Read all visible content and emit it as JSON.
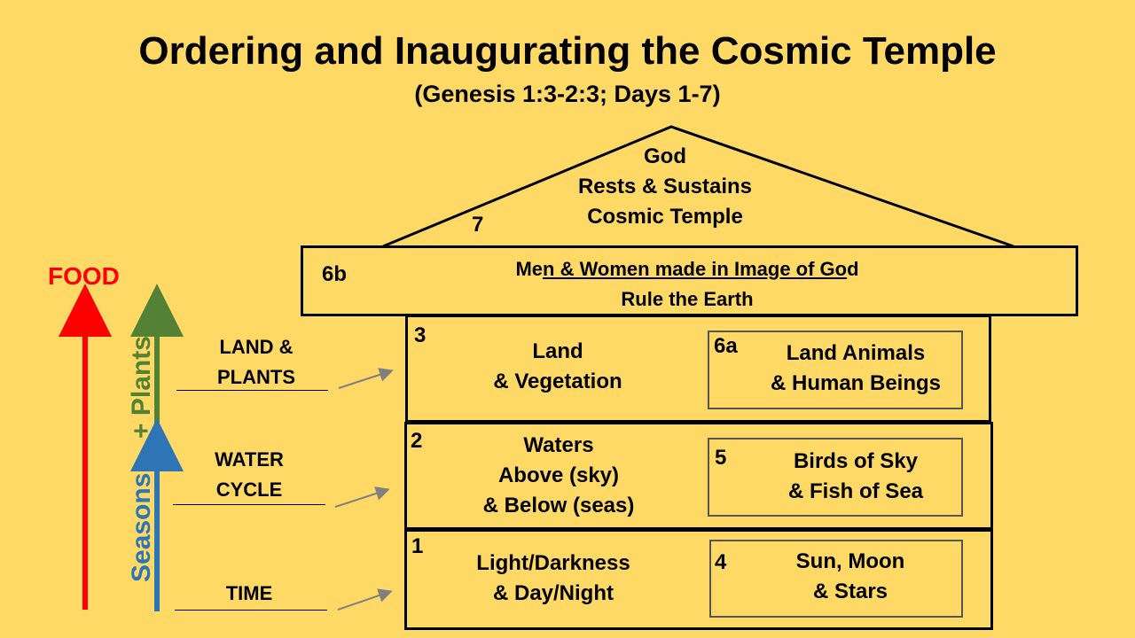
{
  "title": "Ordering and Inaugurating the Cosmic Temple",
  "subtitle": "(Genesis 1:3-2:3; Days 1-7)",
  "roof": {
    "number": "7",
    "lines": [
      "God",
      "Rests & Sustains",
      "Cosmic Temple"
    ]
  },
  "beam": {
    "number": "6b",
    "line1_pre": "Me",
    "line1_underlined": "n & Women made in Image of Go",
    "line1_post": "d",
    "line2": "Rule the Earth"
  },
  "tiers": [
    {
      "left_number": "3",
      "left_lines": [
        "Land",
        "& Vegetation"
      ],
      "right_number": "6a",
      "right_lines": [
        "Land Animals",
        "& Human Beings"
      ],
      "side_label": [
        "LAND &",
        "PLANTS"
      ]
    },
    {
      "left_number": "2",
      "left_lines": [
        "Waters",
        "Above (sky)",
        "& Below (seas)"
      ],
      "right_number": "5",
      "right_lines": [
        "Birds of Sky",
        "& Fish of Sea"
      ],
      "side_label": [
        "WATER",
        "CYCLE"
      ]
    },
    {
      "left_number": "1",
      "left_lines": [
        "Light/Darkness",
        "& Day/Night"
      ],
      "right_number": "4",
      "right_lines": [
        "Sun, Moon",
        "& Stars"
      ],
      "side_label": [
        "TIME"
      ]
    }
  ],
  "axis_labels": {
    "food": "FOOD",
    "plants": "+ Plants",
    "seasons": "Seasons"
  },
  "colors": {
    "background": "#FFD966",
    "food": "#FF0000",
    "plants": "#538135",
    "seasons": "#2E75B6",
    "pointer": "#808080"
  }
}
